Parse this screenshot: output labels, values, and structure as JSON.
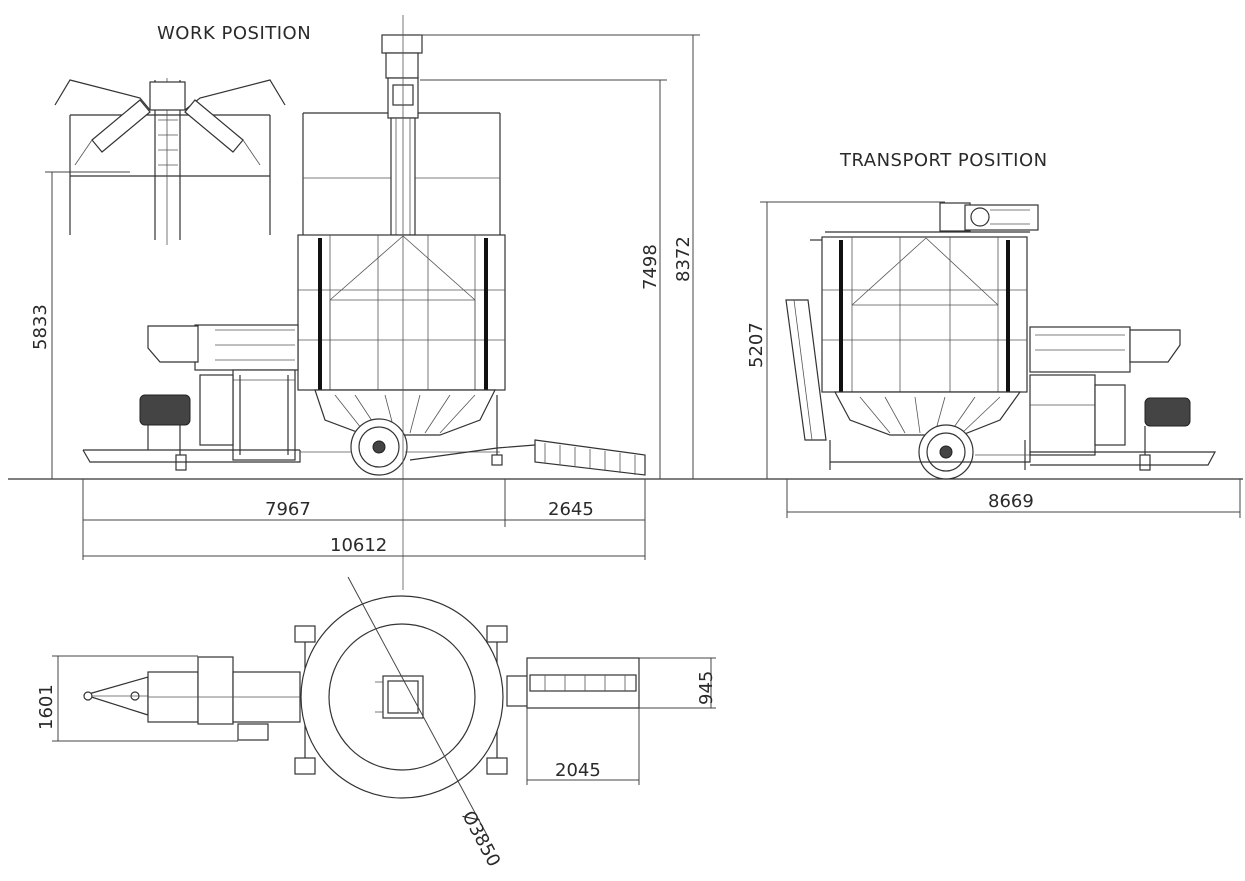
{
  "labels": {
    "work_position": "WORK POSITION",
    "transport_position": "TRANSPORT POSITION"
  },
  "dimensions": {
    "work_height_5833": "5833",
    "work_height_7498": "7498",
    "work_height_8372": "8372",
    "work_length_7967": "7967",
    "work_length_2645": "2645",
    "work_total_10612": "10612",
    "transport_height_5207": "5207",
    "transport_length_8669": "8669",
    "top_width_1601": "1601",
    "top_feeder_945": "945",
    "top_feeder_2045": "2045",
    "top_diameter_3850": "Ø3850"
  }
}
